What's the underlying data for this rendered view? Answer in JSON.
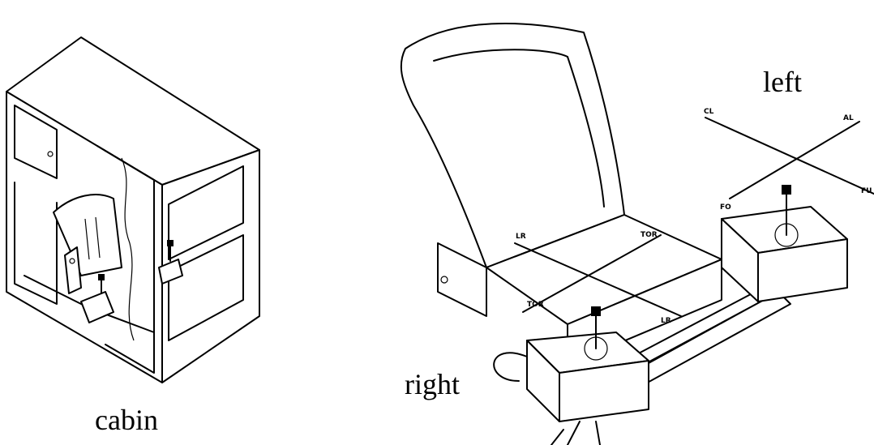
{
  "labels": {
    "cabin": "cabin",
    "left": "left",
    "right": "right"
  },
  "icons": [
    "cabin-drawing",
    "seat-joystick-drawing"
  ]
}
